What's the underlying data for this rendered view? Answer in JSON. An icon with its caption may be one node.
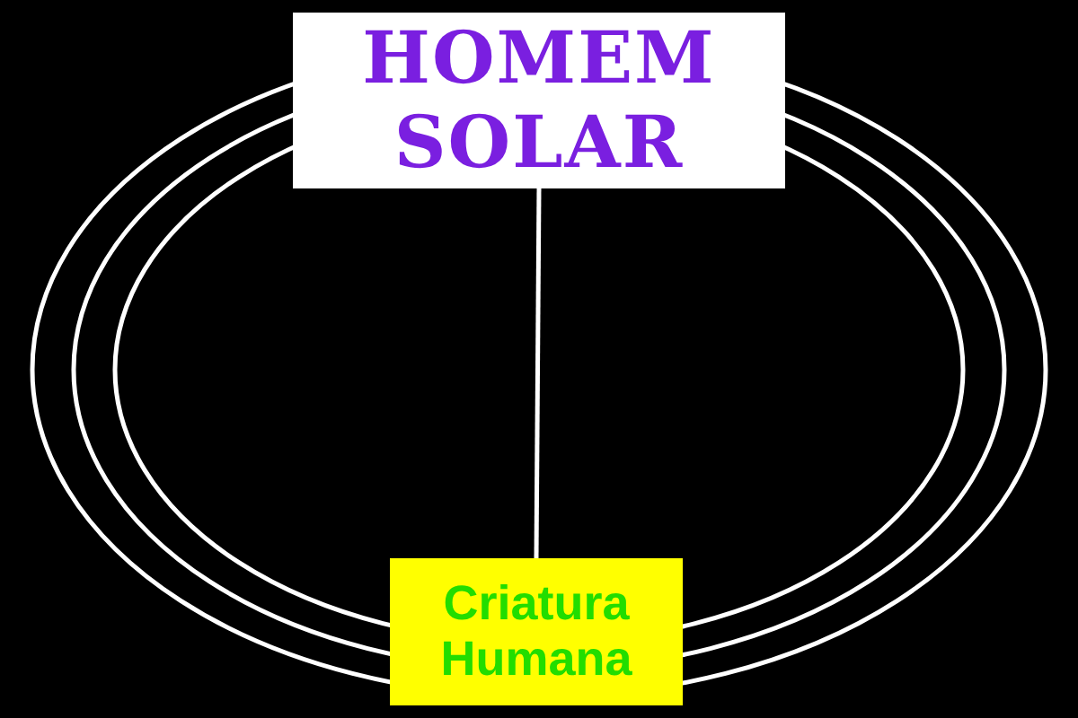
{
  "diagram": {
    "nodes": [
      {
        "text": [
          "HOMEM SOLAR"
        ]
      },
      {
        "text": [
          "Criatura Humana"
        ]
      }
    ],
    "edges": [
      {
        "from": 0,
        "to": 1,
        "arrow": "none"
      }
    ]
  }
}
